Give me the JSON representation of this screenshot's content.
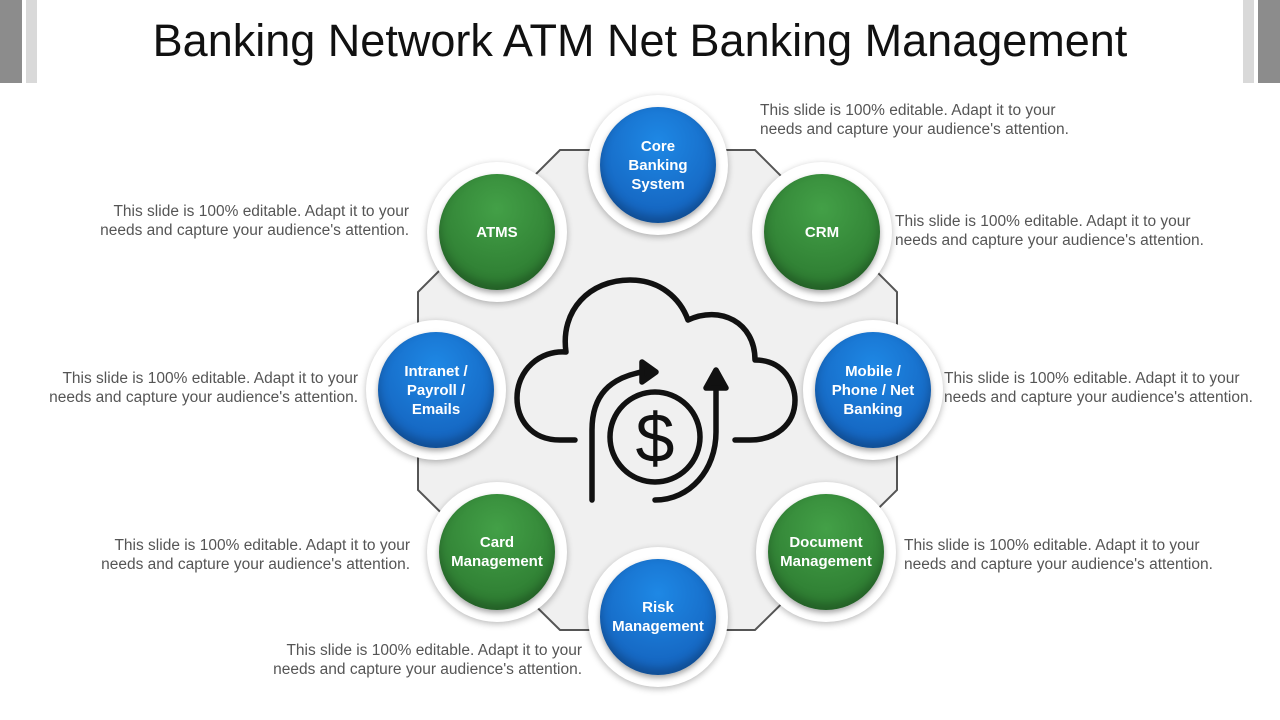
{
  "title": "Banking Network ATM Net Banking Management",
  "colors": {
    "blue": "#1565c0",
    "blue_light": "#1e88e5",
    "green": "#2e7d32",
    "green_light": "#43a047",
    "text": "#555555",
    "octagon_fill": "#f0f0f0",
    "octagon_stroke": "#555555"
  },
  "center_icon": "cloud-dollar-cycle-icon",
  "nodes": [
    {
      "id": "core-banking-system",
      "label": "Core\nBanking\nSystem",
      "color": "blue"
    },
    {
      "id": "crm",
      "label": "CRM",
      "color": "green"
    },
    {
      "id": "mobile-phone-net-banking",
      "label": "Mobile /\nPhone / Net\nBanking",
      "color": "blue"
    },
    {
      "id": "document-management",
      "label": "Document\nManagement",
      "color": "green"
    },
    {
      "id": "risk-management",
      "label": "Risk\nManagement",
      "color": "blue"
    },
    {
      "id": "card-management",
      "label": "Card\nManagement",
      "color": "green"
    },
    {
      "id": "intranet-payroll-emails",
      "label": "Intranet /\nPayroll /\nEmails",
      "color": "blue"
    },
    {
      "id": "atms",
      "label": "ATMS",
      "color": "green"
    }
  ],
  "descriptions": {
    "core": "This slide is 100% editable. Adapt it to your needs and capture your audience's attention.",
    "crm": "This slide is 100% editable. Adapt it to your needs and capture your audience's attention.",
    "mobile": "This slide is 100% editable. Adapt it to your needs and capture your audience's attention.",
    "document": "This slide is 100% editable. Adapt it to your needs and capture your audience's attention.",
    "risk": "This slide is 100% editable. Adapt it to your needs and capture your audience's attention.",
    "card": "This slide is 100% editable. Adapt it to your needs and capture your audience's attention.",
    "intranet": "This slide is 100% editable. Adapt it to your needs and capture your audience's attention.",
    "atms": "This slide is 100% editable. Adapt it to your needs and capture your audience's attention."
  }
}
